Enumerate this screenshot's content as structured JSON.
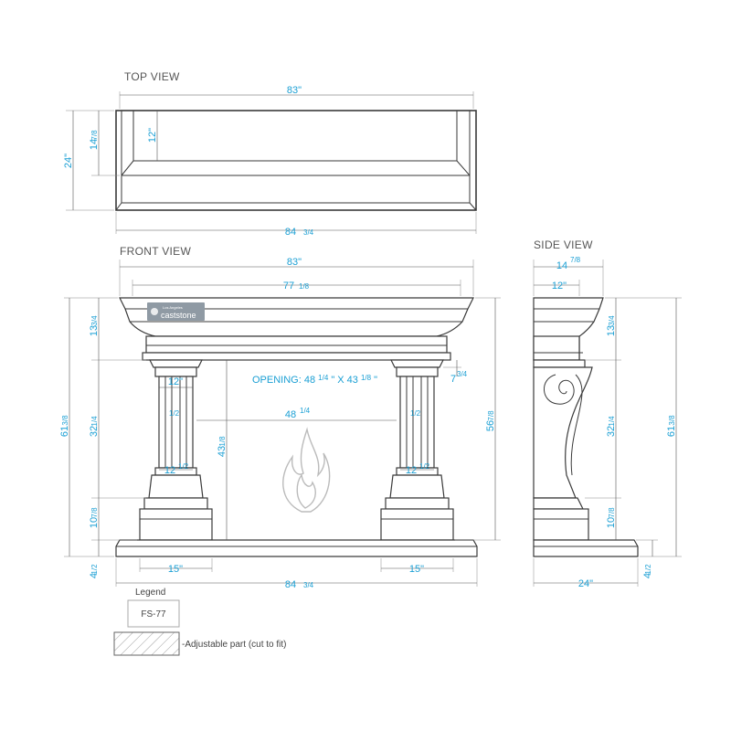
{
  "views": {
    "top": "TOP VIEW",
    "front": "FRONT VIEW",
    "side": "SIDE VIEW"
  },
  "top_view": {
    "width_top": "83\"",
    "width_bottom": "84",
    "width_bottom_frac": "3/4",
    "depth_total": "24\"",
    "depth_shelf": "14",
    "depth_shelf_frac": "7/8",
    "depth_inner": "12\""
  },
  "front_view": {
    "width_top": "83\"",
    "width_mid": "77",
    "width_mid_frac": "1/8",
    "width_bottom": "84",
    "width_bottom_frac": "3/4",
    "height_total": "61",
    "height_total_frac": "3/8",
    "mantel_h": "13",
    "mantel_h_frac": "3/4",
    "column_h": "32",
    "column_h_frac": "1/4",
    "base_h": "10",
    "base_h_frac": "7/8",
    "plinth_h": "4",
    "plinth_h_frac": "1/2",
    "opening_h": "43",
    "opening_h_frac": "1/8",
    "opening_w": "48",
    "opening_w_frac": "1/4",
    "right_h": "56",
    "right_h_frac": "7/8",
    "cap_h": "7",
    "cap_h_frac": "3/4",
    "column_w_top": "12\"",
    "column_w_mid": "12",
    "column_w_mid_frac": "1/2",
    "column_w_mid2": "12",
    "column_w_mid2_frac": "1/2",
    "col_small": "1/2",
    "foot_left": "15\"",
    "foot_right": "15\"",
    "opening_label": "OPENING:  48",
    "opening_label_frac1": "1/4",
    "opening_label_mid": "\" X 43",
    "opening_label_frac2": "1/8",
    "opening_label_end": "\""
  },
  "side_view": {
    "depth_top": "14",
    "depth_top_frac": "7/8",
    "depth_inner": "12\"",
    "mantel_h": "13",
    "mantel_h_frac": "3/4",
    "column_h": "32",
    "column_h_frac": "1/4",
    "base_h": "10",
    "base_h_frac": "7/8",
    "total_h": "61",
    "total_h_frac": "3/8",
    "plinth_h": "4",
    "plinth_h_frac": "1/2",
    "depth_bottom": "24\""
  },
  "logo": {
    "small": "Los Angeles",
    "main": "caststone"
  },
  "legend": {
    "title": "Legend",
    "model": "FS-77",
    "adjustable": "-Adjustable part (cut to fit)"
  }
}
